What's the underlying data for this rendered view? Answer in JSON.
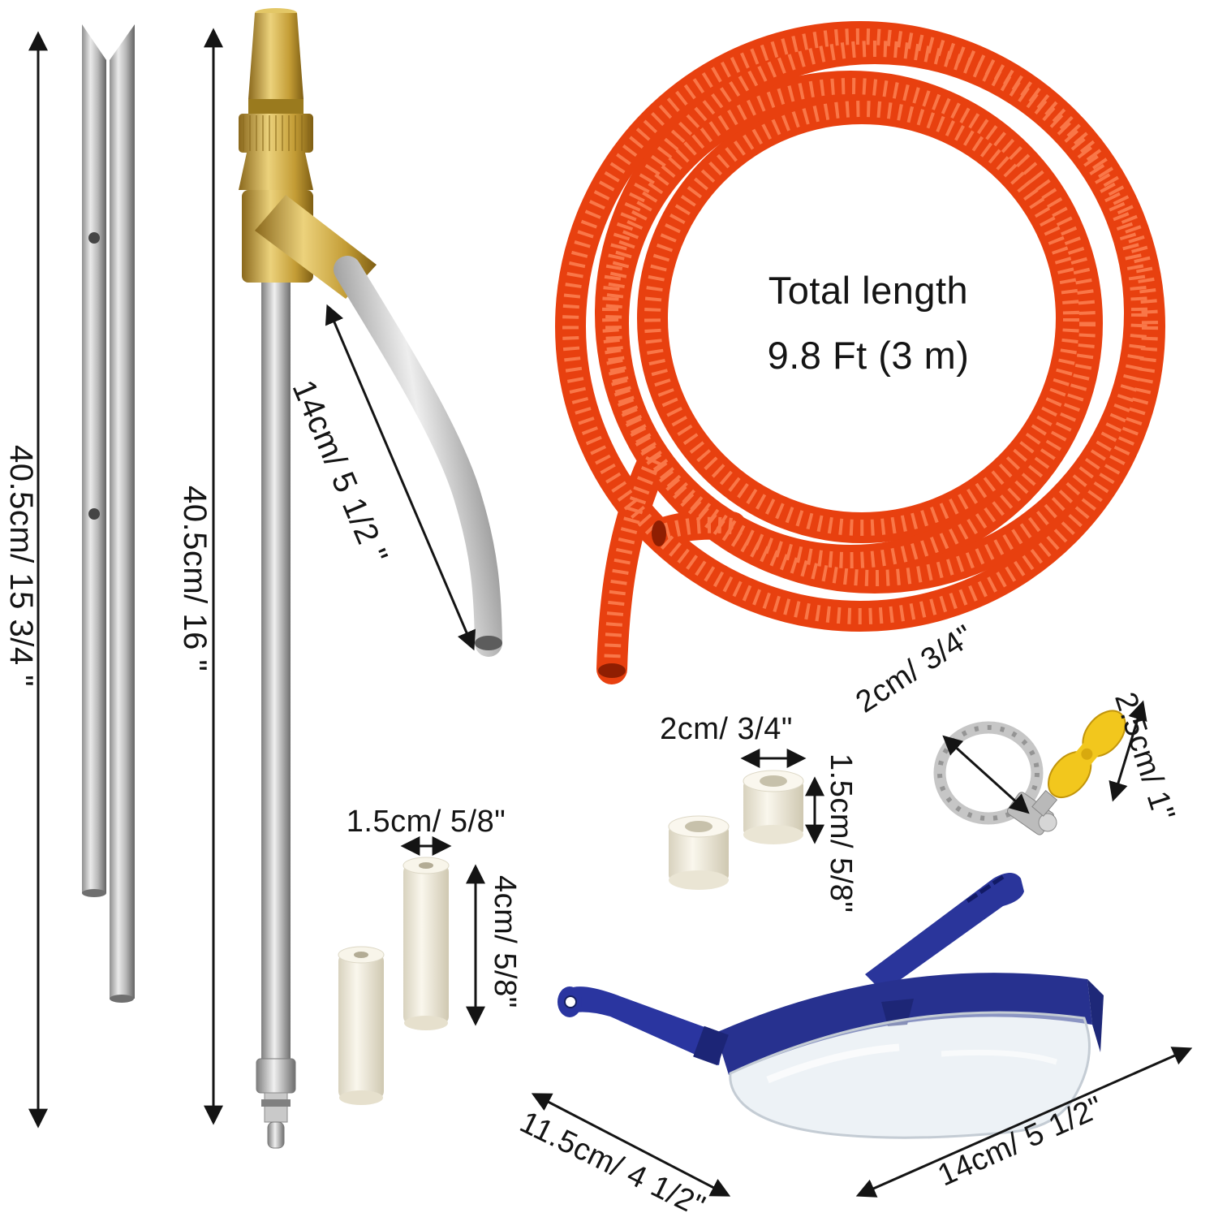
{
  "annotations": {
    "rod_length": "40.5cm/ 15 3/4 \"",
    "wand_length": "40.5cm/ 16 \"",
    "angled_tube_length": "14cm/ 5 1/2 \"",
    "hose_line1": "Total length",
    "hose_line2": "9.8 Ft (3 m)",
    "nozzle_diameter": "1.5cm/ 5/8\"",
    "nozzle_length": "4cm/ 5/8\"",
    "ring_diameter": "2cm/ 3/4\"",
    "ring_height": "1.5cm/ 5/8\"",
    "clamp_diameter": "2cm/ 3/4\"",
    "clamp_key_length": "2.5cm/ 1\"",
    "glasses_width": "11.5cm/ 4 1/2\"",
    "glasses_length": "14cm/ 5 1/2\""
  },
  "colors": {
    "hose_red": "#e8400f",
    "hose_rib_highlight": "#ff8a5c",
    "brass": "#c9a544",
    "steel": "#9a9a9a",
    "ceramic_white": "#f3efe2",
    "glasses_blue": "#27318f",
    "key_yellow": "#f2c71d",
    "annotation_black": "#141414"
  }
}
